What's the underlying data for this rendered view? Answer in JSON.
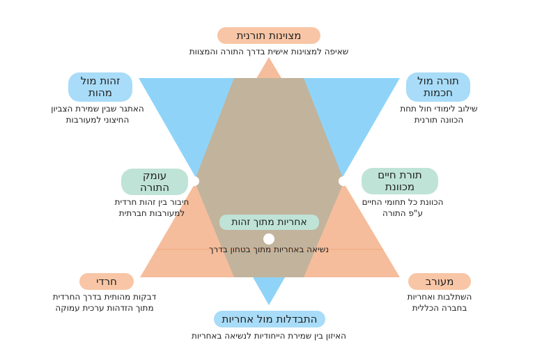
{
  "colors": {
    "orange_triangle": "#f5bd9c",
    "blue_triangle": "#8fd4f8",
    "overlap": "#c2b39c",
    "pill_orange": "#f8c6a6",
    "pill_blue": "#a8dcf8",
    "pill_green": "#bfe3d7",
    "node": "#ffffff"
  },
  "top": {
    "title": "מצוינות תורנית",
    "desc": "שאיפה למצוינות אישית בדרך התורה והמצוות"
  },
  "top_left": {
    "title": "זהות מול\nמהות",
    "desc": "האתגר שבין שמירת הצביון\nהחיצוני למעורבות"
  },
  "top_right": {
    "title": "תורה מול\nחכמות",
    "desc": "שילוב לימודי חול תחת\nהכוונה תורנית"
  },
  "mid_left": {
    "title": "עומק\nהתורה",
    "desc": "חיבור בין זהות חרדית\nלמעורבות חברתית"
  },
  "mid_right": {
    "title": "תורת חיים\nמכוונת",
    "desc": "הכוונת כל תחומי החיים\nע\"פ התורה"
  },
  "center": {
    "title": "אחריות מתוך זהות",
    "desc": "נשיאה באחריות מתוך בטחון בדרך"
  },
  "bottom_left": {
    "title": "חרדי",
    "desc": "דבקות מהותית בדרך החרדית\nמתוך הזדהות ערכית עמוקה"
  },
  "bottom_right": {
    "title": "מעורב",
    "desc": "השתלבות ואחריות\nבחברה הכללית"
  },
  "bottom": {
    "title": "התבדלות מול  אחריות",
    "desc": "האיזון בין שמירת הייחודיות לנשיאה באחריות"
  }
}
